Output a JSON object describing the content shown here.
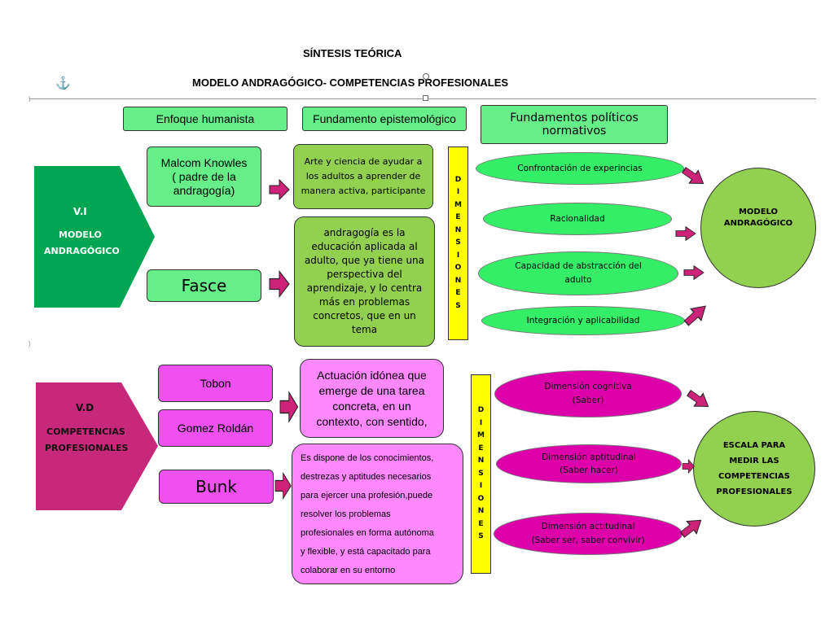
{
  "title": "SÍNTESIS TEÓRICA",
  "subtitle": "MODELO ANDRAGÓGICO- COMPETENCIAS PROFESIONALES",
  "anchor_icon": "anchor-icon",
  "headers": {
    "enfoque": "Enfoque humanista",
    "fundamento": "Fundamento epistemológico",
    "politicos_line1": "Fundamentos políticos",
    "politicos_line2": "normativos"
  },
  "vi": {
    "label": "V.I",
    "line1": "MODELO",
    "line2": "ANDRAGÓGICO",
    "color": "#00a651"
  },
  "vd": {
    "label": "V.D",
    "line1": "COMPETENCIAS",
    "line2": "PROFESIONALES",
    "color": "#c8287a"
  },
  "authors_top": {
    "knowles_line1": "Malcom Knowles",
    "knowles_line2": "( padre de la",
    "knowles_line3": "andragogía)",
    "fasce": "Fasce"
  },
  "authors_bottom": {
    "tobon": "Tobon",
    "gomez": "Gomez Roldán",
    "bunk": "Bunk"
  },
  "defs_top": {
    "knowles_def": [
      "Arte y ciencia de ayudar a",
      "los adultos a aprender de",
      "manera activa, participante"
    ],
    "fasce_def": [
      "andragogía es la",
      "educación aplicada al",
      "adulto, que ya tiene una",
      "perspectiva del",
      "aprendizaje, y lo centra",
      "más en problemas",
      "concretos, que en un",
      "tema"
    ]
  },
  "defs_bottom": {
    "tobon_def": [
      "Actuación idónea que",
      "emerge de una tarea",
      "concreta, en un",
      "contexto, con sentido,"
    ],
    "bunk_def": [
      "Es dispone de los conocimientos,",
      "destrezas y aptitudes necesarios",
      "para ejercer una profesión,puede",
      "resolver los problemas",
      "profesionales en forma autónoma",
      "y flexible, y está capacitado para",
      "colaborar en su entorno"
    ]
  },
  "dimensiones_letters": [
    "D",
    "I",
    "M",
    "E",
    "N",
    "S",
    "I",
    "O",
    "N",
    "E",
    "S"
  ],
  "dims_top": {
    "d1": "Confrontación de experincias",
    "d2": "Racionalidad",
    "d3_line1": "Capacidad de abstracción del",
    "d3_line2": "adulto",
    "d4": "Integración y aplicabilidad"
  },
  "dims_bottom": {
    "d1_line1": "Dimensión cognitiva",
    "d1_line2": "(Saber)",
    "d2_line1": "Dimensión aptitudinal",
    "d2_line2": "(Saber hacer)",
    "d3_line1": "Dimensión actitudinal",
    "d3_line2": "(Saber ser, saber convivir)"
  },
  "result_top": {
    "line1": "MODELO",
    "line2": "ANDRAGÓGICO"
  },
  "result_bottom": {
    "line1": "ESCALA PARA",
    "line2": "MEDIR LAS",
    "line3": "COMPETENCIAS",
    "line4": "PROFESIONALES"
  },
  "colors": {
    "header_green": "#66ee88",
    "light_green": "#92d050",
    "ellipse_green": "#33ee66",
    "magenta": "#f050f0",
    "light_pink": "#ff88ff",
    "ellipse_magenta": "#dd00aa",
    "arrow": "#cc2277",
    "yellow": "#ffff00"
  }
}
